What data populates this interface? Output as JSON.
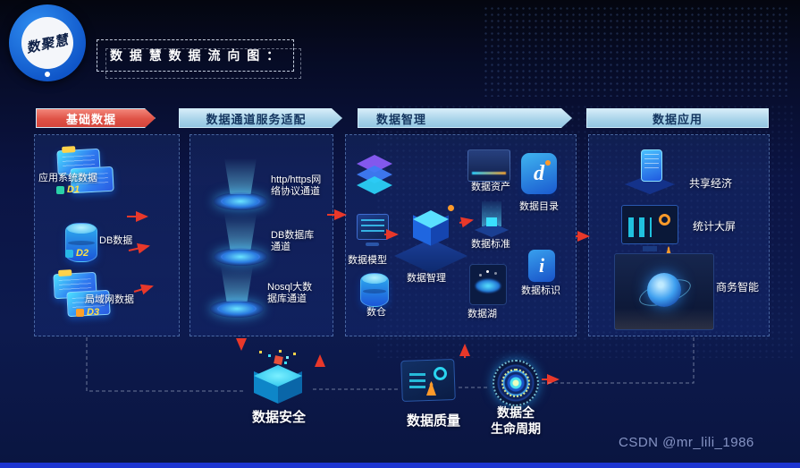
{
  "logo": {
    "text": "数聚慧"
  },
  "title": "数 据 慧 数 据 流 向 图 ：",
  "watermark": "CSDN @mr_lili_1986",
  "glyphs": {
    "catalog": "d",
    "identifier": "i"
  },
  "colors": {
    "background": "#0d1a4e",
    "banner_red": "#df5246",
    "banner_blue": "#a7d3e9",
    "arrow_red": "#e8382a",
    "badge_yellow": "#ffe049",
    "bottom_bar_blue": "#1d35d0"
  },
  "columns": [
    {
      "header": "基础数据",
      "items": [
        {
          "label": "应用系统数据",
          "badge": "D1",
          "icon": "app-system-data-icon"
        },
        {
          "label": "DB数据",
          "badge": "D2",
          "icon": "db-data-icon"
        },
        {
          "label": "局域网数据",
          "badge": "D3",
          "icon": "lan-data-icon"
        }
      ]
    },
    {
      "header": "数据通道服务适配",
      "items": [
        {
          "label": "http/https网\n络协议通道",
          "icon": "http-channel-icon"
        },
        {
          "label": "DB数据库\n通道",
          "icon": "db-channel-icon"
        },
        {
          "label": "Nosql大数\n据库通道",
          "icon": "nosql-channel-icon"
        }
      ]
    },
    {
      "header": "数据智理",
      "items": [
        {
          "label": "数据模型",
          "icon": "data-model-icon"
        },
        {
          "label": "数仓",
          "icon": "data-warehouse-icon"
        },
        {
          "label": "数据智理",
          "icon": "data-governance-cube-icon"
        },
        {
          "label": "数据资产",
          "icon": "data-assets-icon"
        },
        {
          "label": "数据目录",
          "icon": "data-catalog-icon"
        },
        {
          "label": "数据标准",
          "icon": "data-standard-icon"
        },
        {
          "label": "数据标识",
          "icon": "data-identifier-icon"
        },
        {
          "label": "数据湖",
          "icon": "data-lake-icon"
        }
      ]
    },
    {
      "header": "数据应用",
      "items": [
        {
          "label": "共享经济",
          "icon": "sharing-economy-icon"
        },
        {
          "label": "统计大屏",
          "icon": "stats-screen-icon"
        },
        {
          "label": "商务智能",
          "icon": "business-intelligence-icon"
        }
      ]
    }
  ],
  "bottom_items": [
    {
      "label": "数据安全",
      "icon": "data-security-icon"
    },
    {
      "label": "数据质量",
      "icon": "data-quality-icon"
    },
    {
      "label": "数据全\n生命周期",
      "icon": "data-lifecycle-icon"
    }
  ]
}
